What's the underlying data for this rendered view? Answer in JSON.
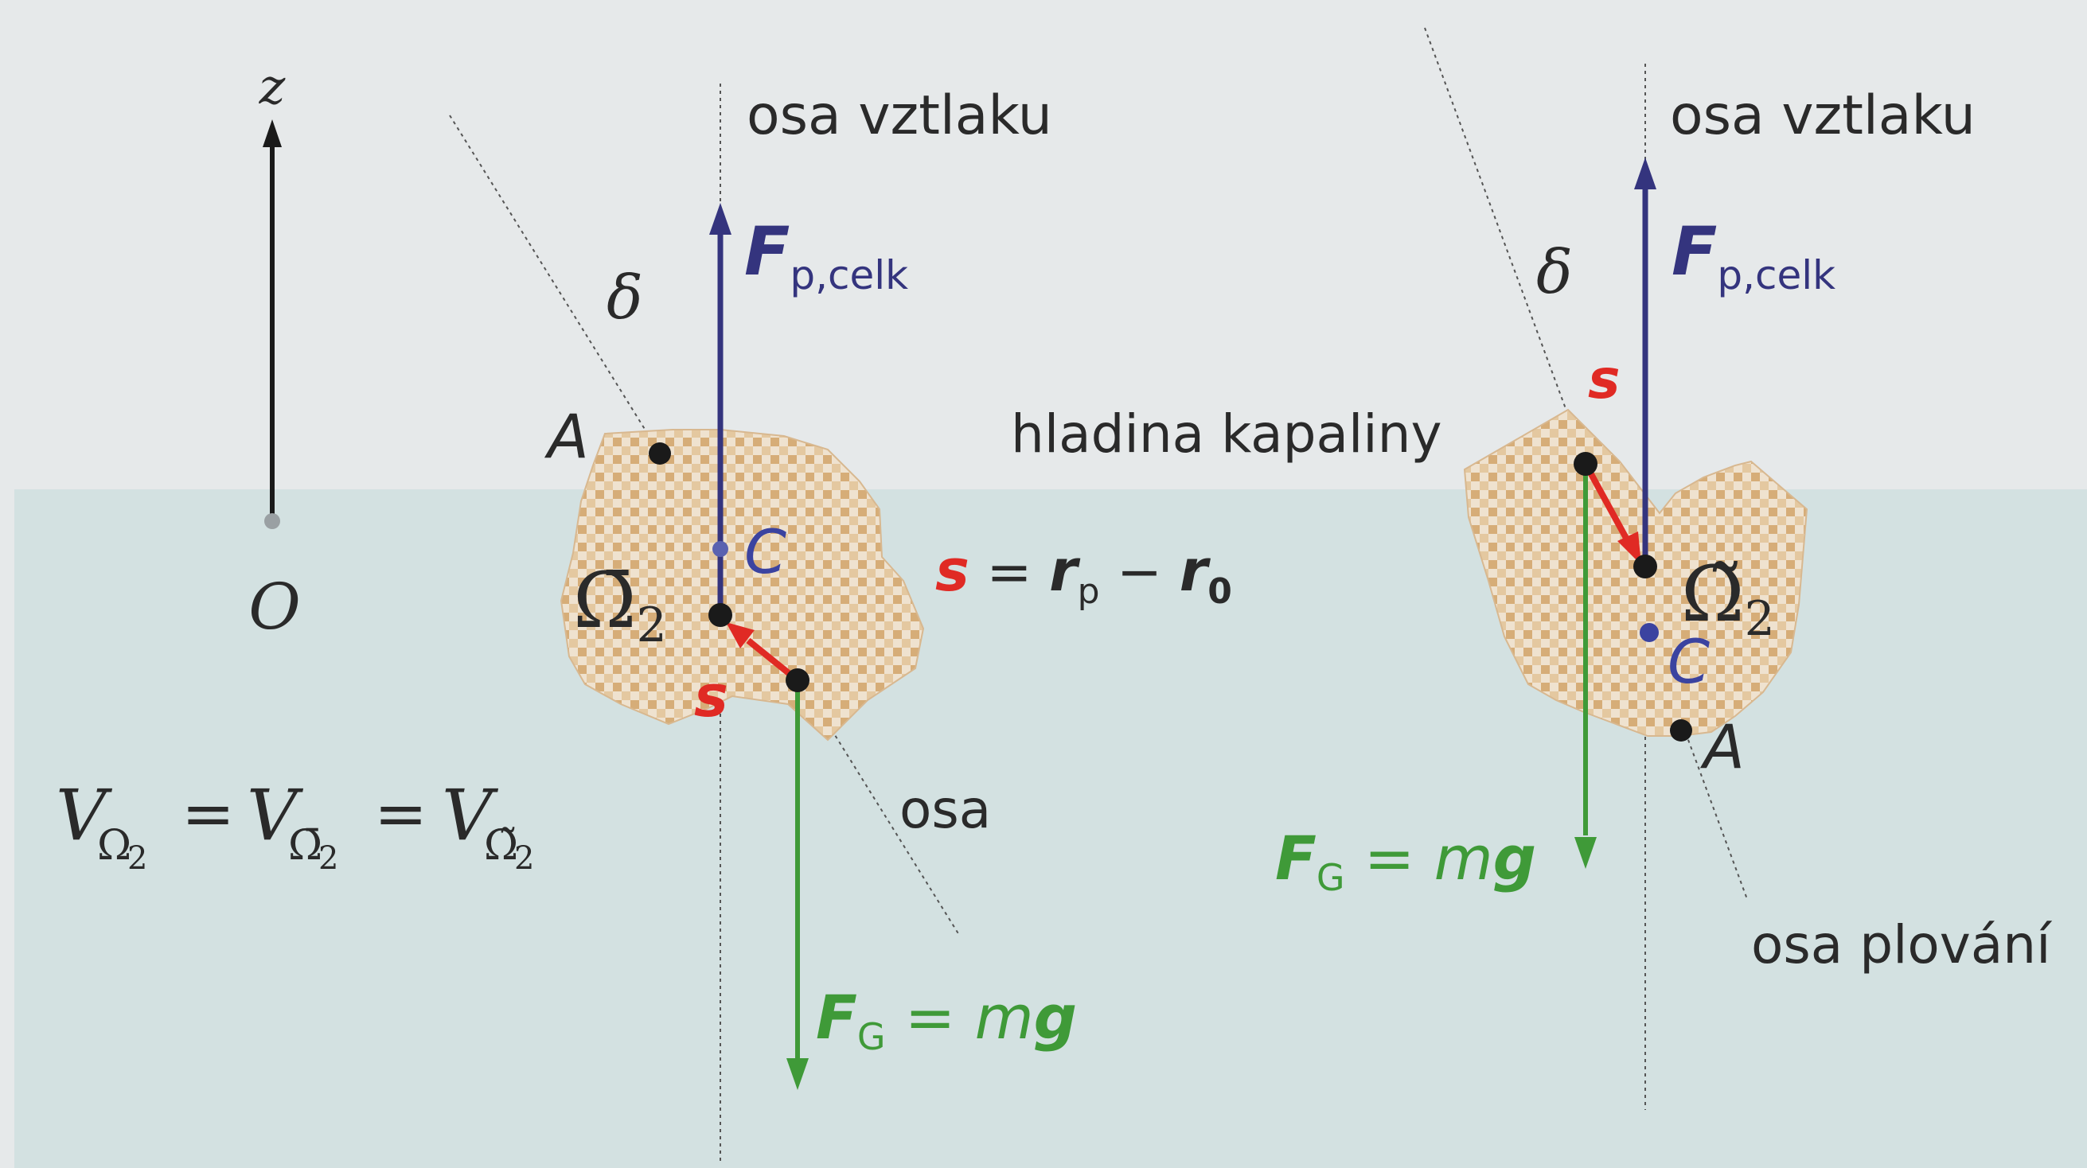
{
  "colors": {
    "background": "#e6e9ea",
    "liquid": "#d3e1e1",
    "body_fill": "#ecdcc6",
    "body_check": "#cc9c5e",
    "buoyancy": "#34347e",
    "gravity": "#3f9a38",
    "displacement": "#e02a24",
    "axis": "#1a1a1a",
    "label_text": "#2a2a2a",
    "center_c": "#3b43a0"
  },
  "icons": {
    "body": "checkered-irregular-body",
    "point": "filled-dot",
    "arrow": "arrow"
  },
  "axis": {
    "z": "z",
    "origin": "O"
  },
  "liquid_surface": "hladina kapaliny",
  "volume_equation": {
    "v1": "V",
    "sub1": "Ω",
    "sub1_index": "2",
    "eq1": "=",
    "v2": "V",
    "sub2": "Ω̄",
    "sub2_index": "2",
    "eq2": "=",
    "v3": "V",
    "sub3": "Ω̃",
    "sub3_index": "2"
  },
  "left": {
    "buoyancy_axis": "osa vztlaku",
    "buoyancy_force": {
      "main": "F",
      "sub": "p,celk"
    },
    "angle": "δ",
    "point_a": "A",
    "point_c": "C",
    "region": {
      "main": "Ω̄",
      "sub": "2"
    },
    "displacement": "s",
    "displacement_eq": {
      "s": "s",
      "eq": " = ",
      "r": "r",
      "r_sub": "p",
      "minus": " − ",
      "r2": "r",
      "r2_sub": "0"
    },
    "body_axis": "osa",
    "gravity_force": {
      "main": "F",
      "sub": "G",
      "rhs": " = m",
      "g": "g"
    }
  },
  "right": {
    "buoyancy_axis": "osa vztlaku",
    "buoyancy_force": {
      "main": "F",
      "sub": "p,celk"
    },
    "angle": "δ",
    "point_a": "A",
    "point_c": "C",
    "region": {
      "main": "Ω̃",
      "sub": "2"
    },
    "displacement": "s",
    "gravity_force": {
      "main": "F",
      "sub": "G",
      "rhs": " = m",
      "g": "g"
    },
    "floating_axis": "osa plování"
  }
}
